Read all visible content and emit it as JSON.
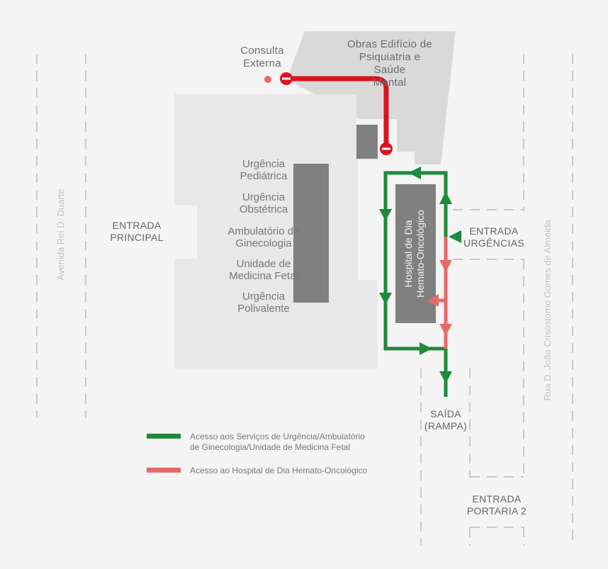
{
  "streets": {
    "left": "Avenida Rei D. Duarte",
    "right": "Rua D. João Crisóstomo Gomes de Almeida"
  },
  "labels": {
    "consulta_externa": "Consulta\nExterna",
    "obras": "Obras Edifício de\nPsiquiatria e\nSaúde\nMental",
    "entrada_principal": "ENTRADA\nPRINCIPAL",
    "entrada_urgencias": "ENTRADA\nURGÊNCIAS",
    "saida": "SAÍDA\n(RAMPA)",
    "entrada_portaria": "ENTRADA\nPORTARIA 2",
    "hospital_dia": "Hospital de Dia\nHemato-Oncológico"
  },
  "services": [
    "Urgência\nPediátrica",
    "Urgência\nObstétrica",
    "Ambulatório de\nGinecologia",
    "Unidade de\nMedicina Fetal",
    "Urgência\nPolivalente"
  ],
  "legend": [
    {
      "color": "#1e8a3c",
      "text": "Acesso aos Serviços de Urgência/Ambulatório\nde Ginecologia/Unidade de Medicina Fetal"
    },
    {
      "color": "#e66a6a",
      "text": "Acesso ao Hospital de Dia Hemato-Oncológico"
    }
  ],
  "colors": {
    "green_route": "#1e8a3c",
    "pink_route": "#e66a6a",
    "red_route": "#d8141f"
  }
}
